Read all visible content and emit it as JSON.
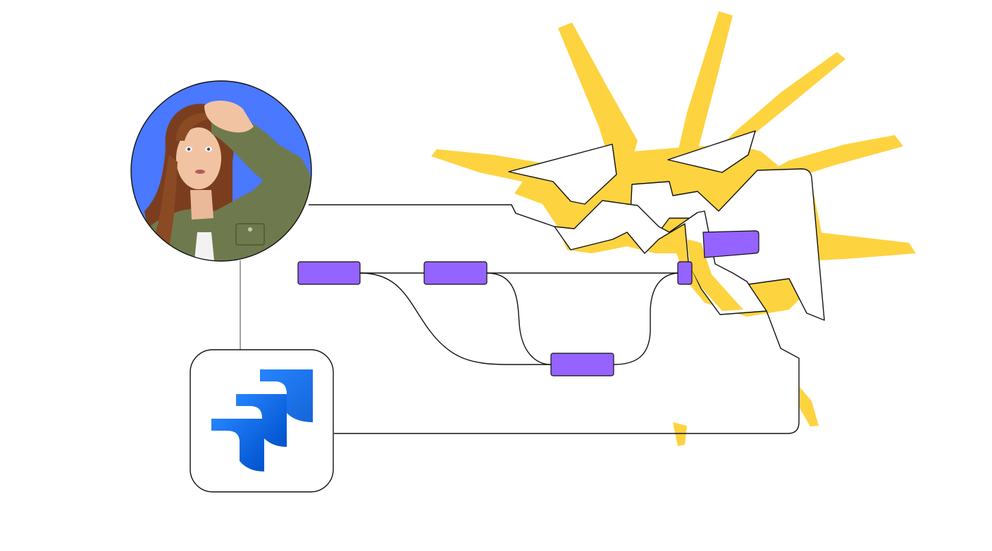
{
  "illustration": {
    "avatar": {
      "icon": "stressed-person-illustration",
      "background_color": "#4A78FF"
    },
    "app": {
      "icon": "jira-logo",
      "brand_color": "#2684FF"
    },
    "workflow_nodes": {
      "count": 5,
      "color": "#9563FF"
    },
    "burst": {
      "icon": "explosion-burst",
      "color": "#FDD340"
    }
  }
}
